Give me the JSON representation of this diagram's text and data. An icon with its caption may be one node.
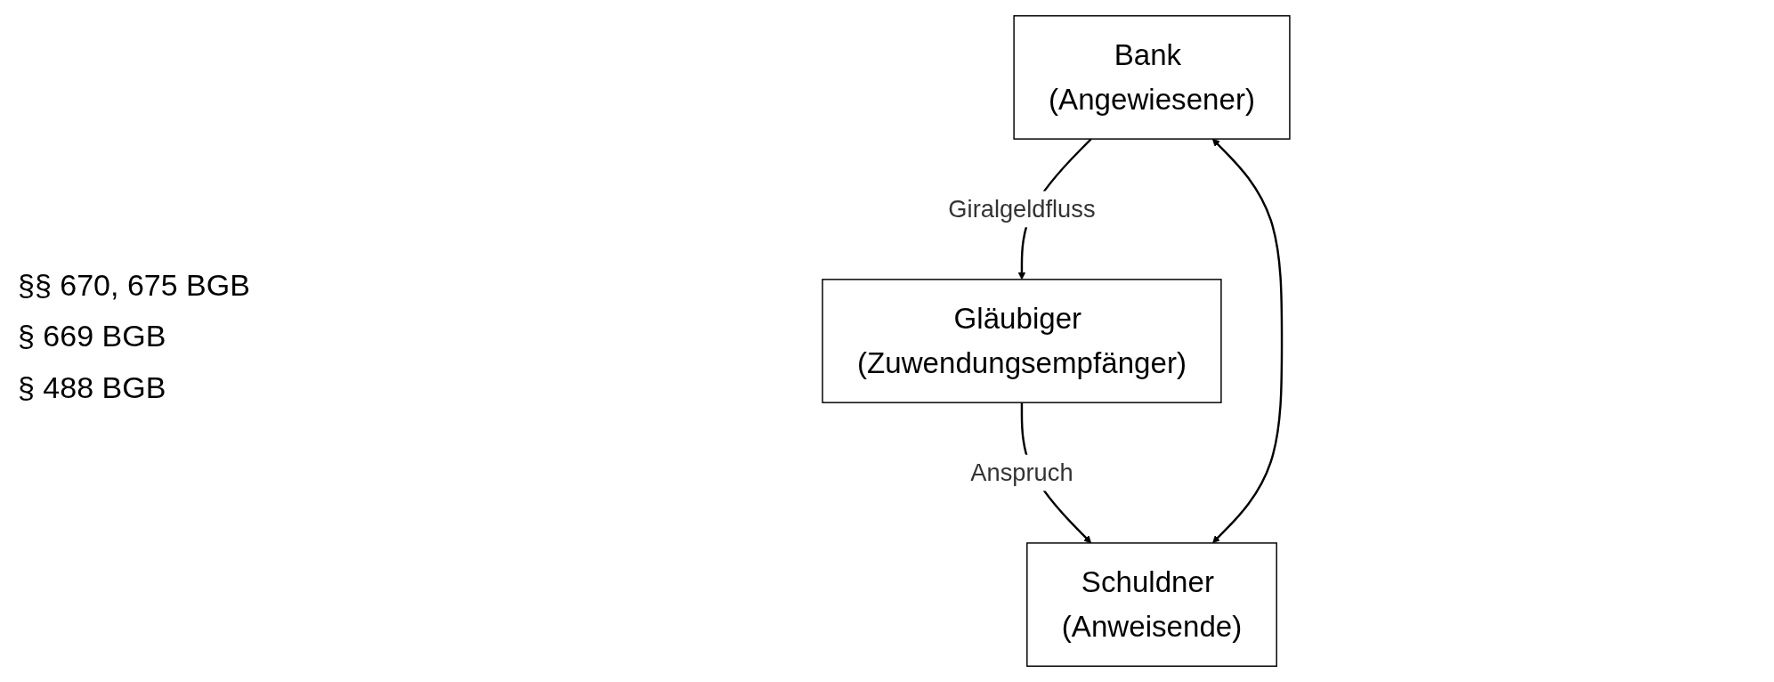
{
  "diagram": {
    "nodes": [
      {
        "text": [
          "Bank (Angewiesener)"
        ]
      },
      {
        "text": [
          "Schuldner (Anweisende)"
        ]
      },
      {
        "text": [
          "Gläubiger (Zuwendungsempfänger)"
        ]
      }
    ],
    "edges": [
      {
        "from": 1,
        "to": 0,
        "arrow": "both"
      },
      {
        "from": 0,
        "to": 2,
        "arrow": "to",
        "label": "Giralgeldfluss"
      },
      {
        "from": 2,
        "to": 1,
        "arrow": "to",
        "label": "Anspruch"
      }
    ],
    "labels": [
      "§§ 670, 675 BGB",
      "§ 669 BGB",
      "§ 488 BGB"
    ]
  }
}
